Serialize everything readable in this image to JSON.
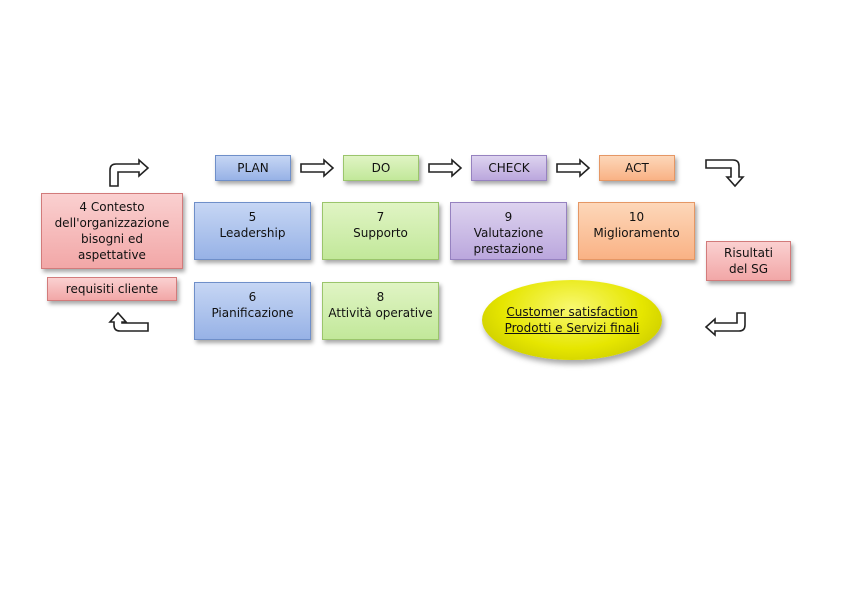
{
  "headers": {
    "plan": "PLAN",
    "do": "DO",
    "check": "CHECK",
    "act": "ACT"
  },
  "context": {
    "title": "4 Contesto dell'organizzazione bisogni ed aspettative",
    "requirements": "requisiti cliente"
  },
  "steps": {
    "leadership": {
      "num": "5",
      "label": "Leadership"
    },
    "supporto": {
      "num": "7",
      "label": "Supporto"
    },
    "valutazione": {
      "num": "9",
      "label": "Valutazione prestazione"
    },
    "miglioramento": {
      "num": "10",
      "label": "Miglioramento"
    },
    "pianificazione": {
      "num": "6",
      "label": "Pianificazione"
    },
    "attivita": {
      "num": "8",
      "label": "Attività operative"
    }
  },
  "results": "Risultati del SG",
  "customer": {
    "line1": "Customer satisfaction",
    "line2": "Prodotti e Servizi finali"
  },
  "colors": {
    "plan": "#97b2e6",
    "do": "#c2e89a",
    "check": "#bba7dd",
    "act": "#f9b285",
    "context": "#f2a7a7",
    "customer": "#e6e600"
  }
}
